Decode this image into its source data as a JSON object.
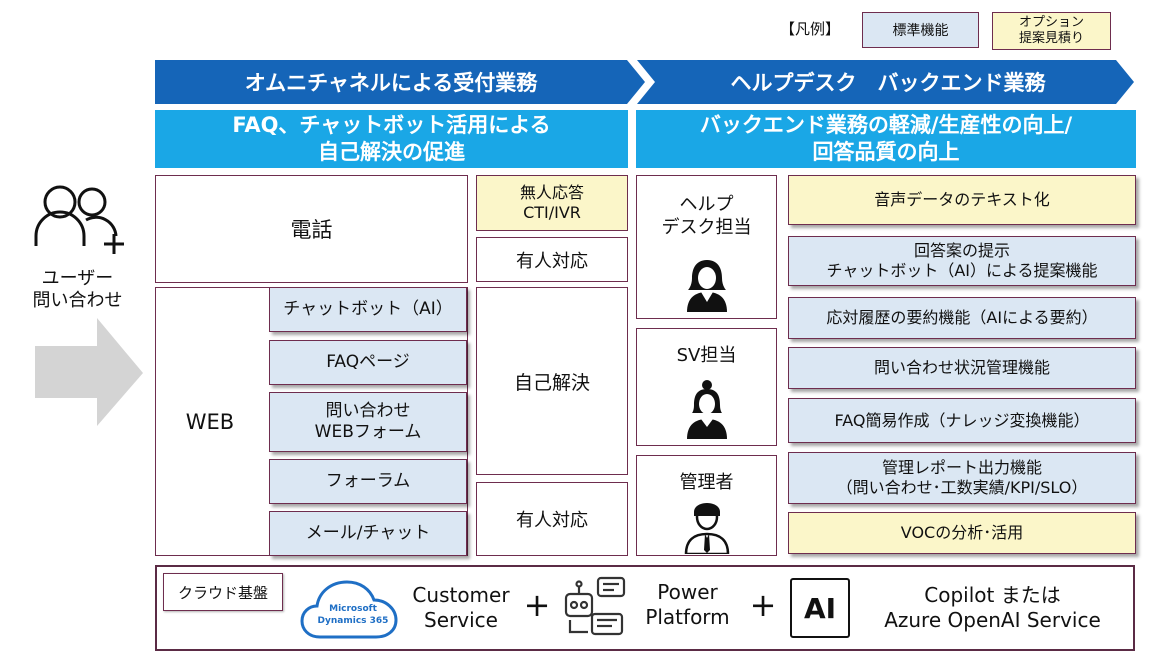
{
  "legend": {
    "label": "【凡例】",
    "standard": "標準機能",
    "option": "オプション\n提案見積り"
  },
  "banners": {
    "left": "オムニチャネルによる受付業務",
    "right": "ヘルプデスク　バックエンド業務"
  },
  "subheaders": {
    "left": "FAQ、チャットボット活用による\n自己解決の促進",
    "right": "バックエンド業務の軽減/生産性の向上/\n回答品質の向上"
  },
  "user": {
    "label": "ユーザー\n問い合わせ"
  },
  "channels": {
    "phone": "電話",
    "web": "WEB",
    "web_items": [
      "チャットボット（AI）",
      "FAQページ",
      "問い合わせ\nWEBフォーム",
      "フォーラム",
      "メール/チャット"
    ],
    "unmanned": "無人応答\nCTI/IVR",
    "staffed_top": "有人対応",
    "self_solve": "自己解決",
    "staffed_bottom": "有人対応"
  },
  "roles": [
    {
      "label": "ヘルプ\nデスク担当",
      "icon": "female-agent-icon"
    },
    {
      "label": "SV担当",
      "icon": "female-supervisor-icon"
    },
    {
      "label": "管理者",
      "icon": "male-manager-icon"
    }
  ],
  "features": [
    {
      "label": "音声データのテキスト化",
      "kind": "option"
    },
    {
      "label": "回答案の提示\nチャットボット（AI）による提案機能",
      "kind": "standard"
    },
    {
      "label": "応対履歴の要約機能（AIによる要約）",
      "kind": "standard"
    },
    {
      "label": "問い合わせ状況管理機能",
      "kind": "standard"
    },
    {
      "label": "FAQ簡易作成（ナレッジ変換機能）",
      "kind": "standard"
    },
    {
      "label": "管理レポート出力機能\n（問い合わせ･工数実績/KPI/SLO）",
      "kind": "standard"
    },
    {
      "label": "VOCの分析･活用",
      "kind": "option"
    }
  ],
  "platform": {
    "label": "クラウド基盤",
    "logo_line1": "Microsoft",
    "logo_line2": "Dynamics 365",
    "customer_service": "Customer\nService",
    "plus": "+",
    "power_platform": "Power\nPlatform",
    "ai_badge": "AI",
    "copilot": "Copilot または\nAzure OpenAI Service"
  },
  "colors": {
    "banner_dark": "#1565b8",
    "banner_light": "#1aa7e6",
    "standard_fill": "#dbe7f3",
    "option_fill": "#fbf6c9",
    "border": "#6e2d4e"
  }
}
